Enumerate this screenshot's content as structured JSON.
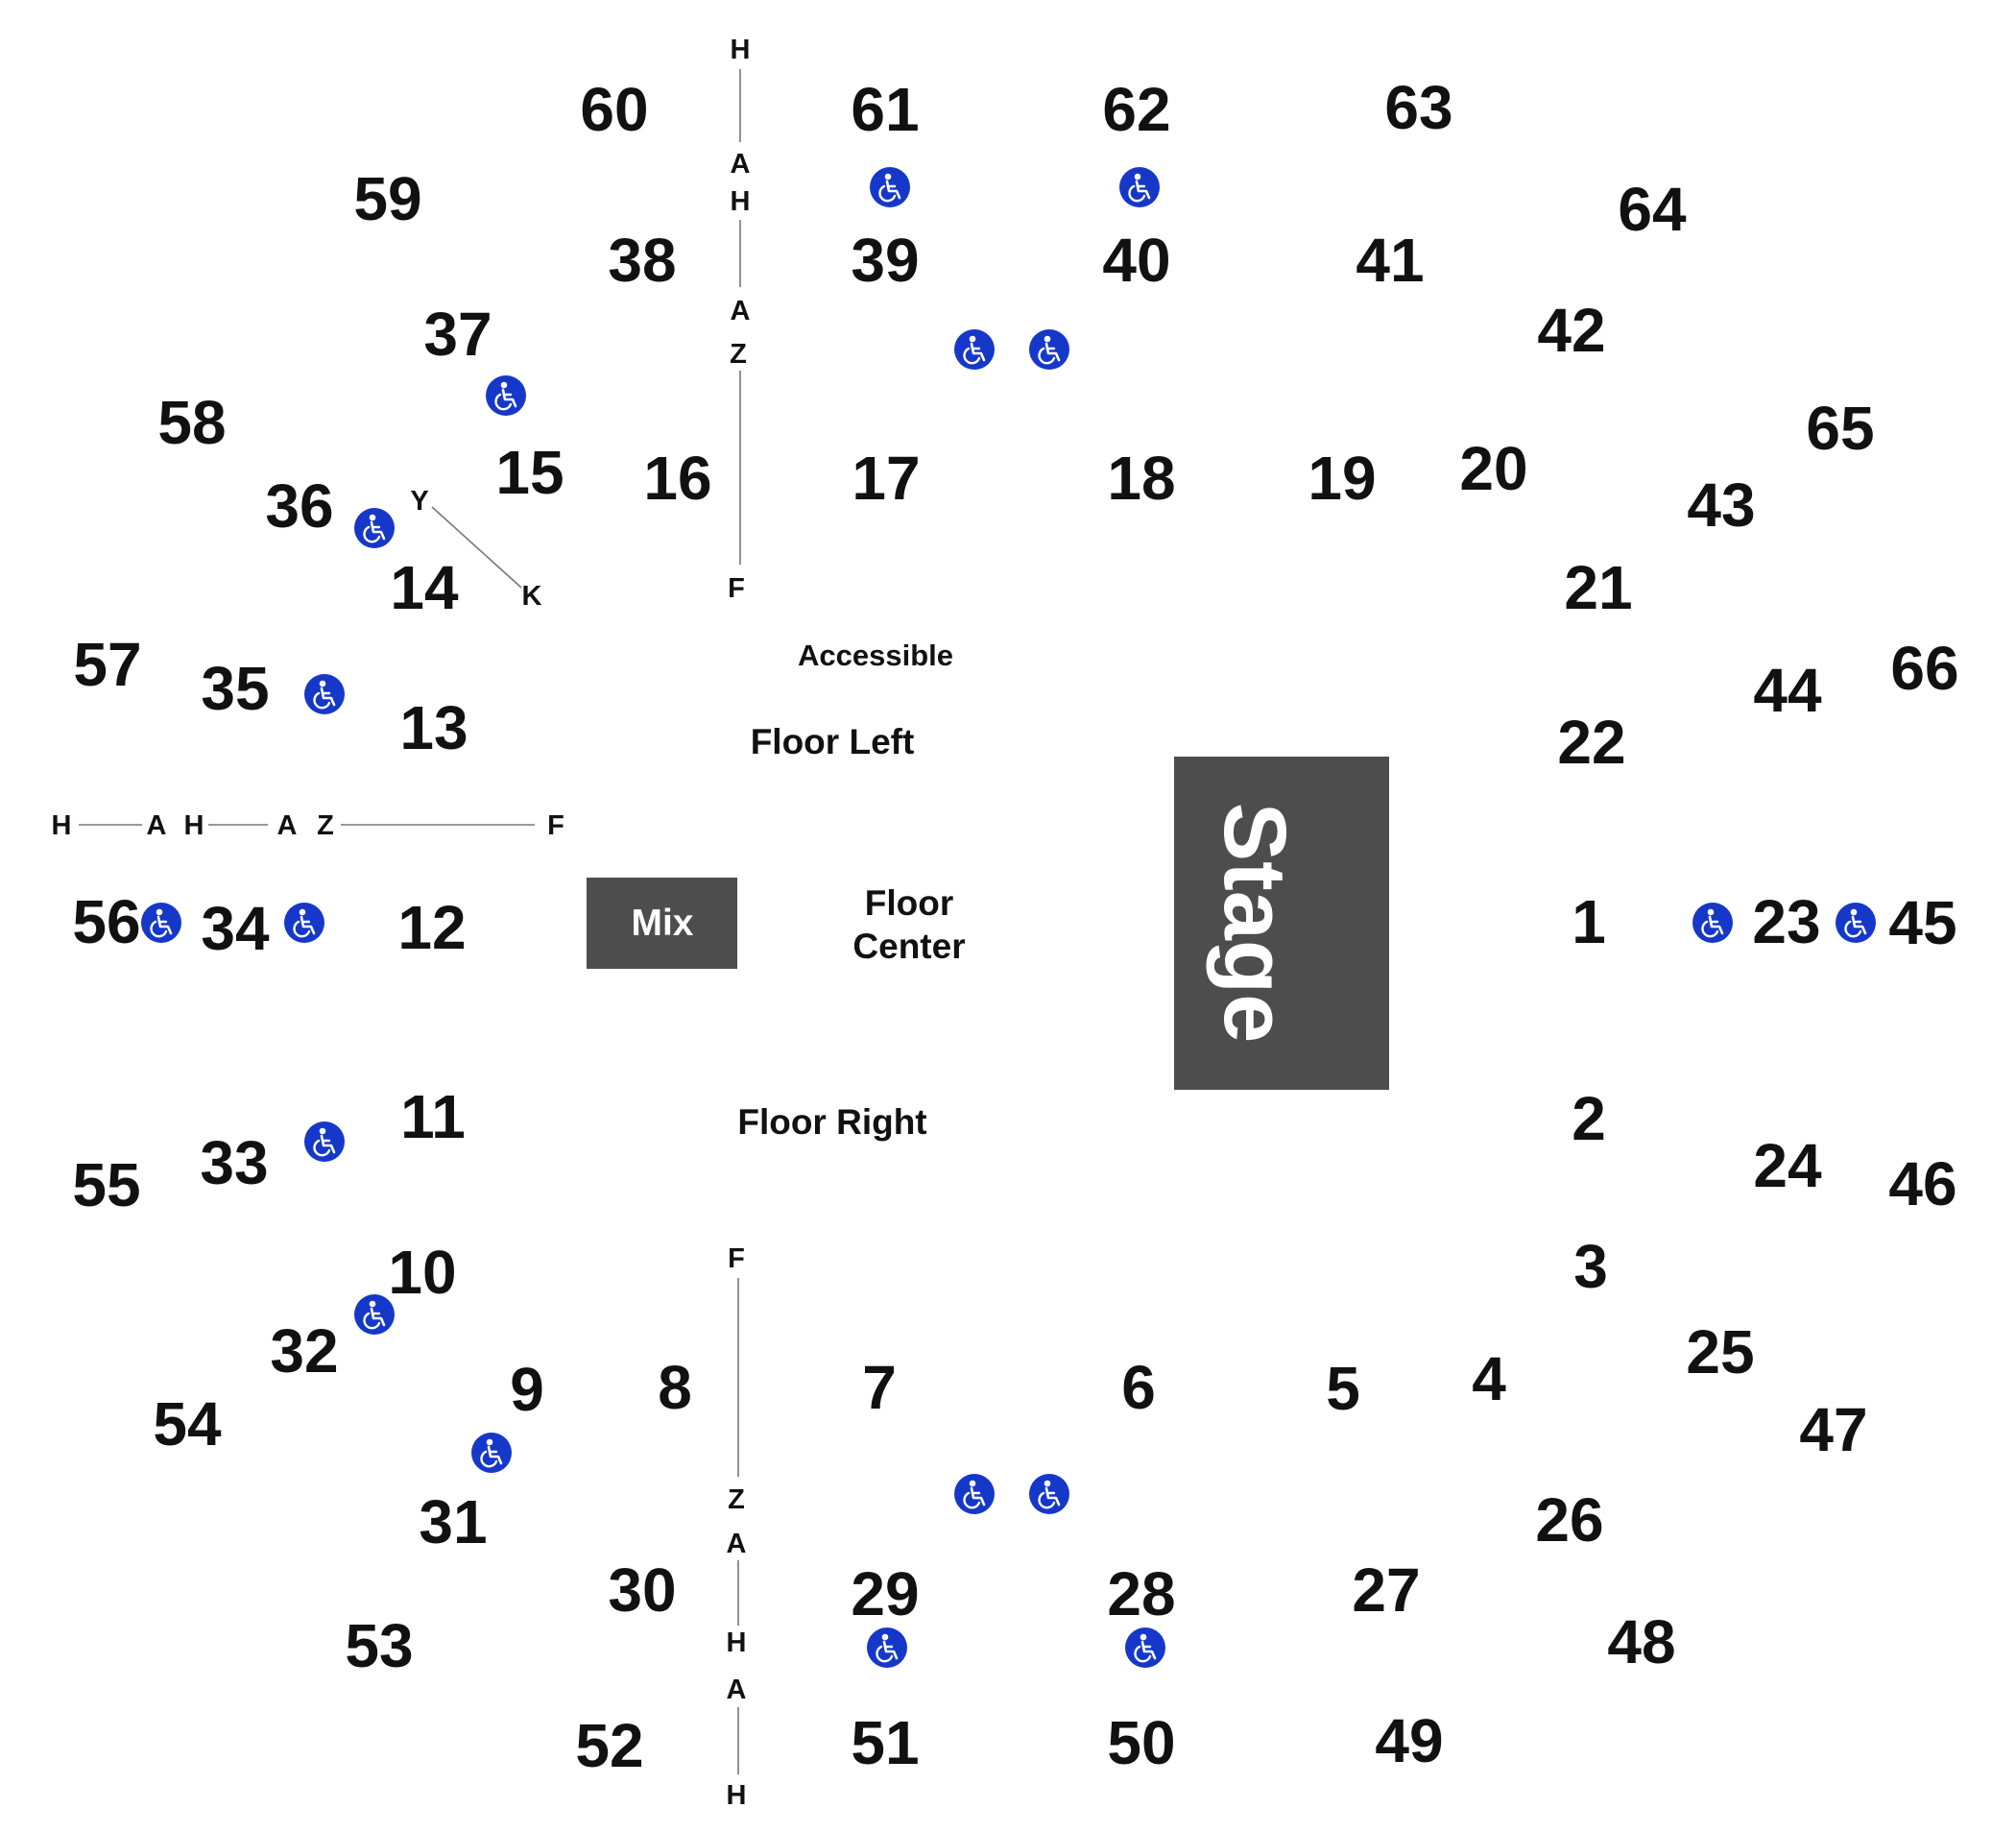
{
  "areas": {
    "accessible": "Accessible",
    "floor_left": "Floor Left",
    "floor_center": [
      "Floor",
      "Center"
    ],
    "floor_right": "Floor Right",
    "mix": "Mix",
    "stage": "Stage"
  },
  "sections": [
    "1",
    "2",
    "3",
    "4",
    "5",
    "6",
    "7",
    "8",
    "9",
    "10",
    "11",
    "12",
    "13",
    "14",
    "15",
    "16",
    "17",
    "18",
    "19",
    "20",
    "21",
    "22",
    "23",
    "24",
    "25",
    "26",
    "27",
    "28",
    "29",
    "30",
    "31",
    "32",
    "33",
    "34",
    "35",
    "36",
    "37",
    "38",
    "39",
    "40",
    "41",
    "42",
    "43",
    "44",
    "45",
    "46",
    "47",
    "48",
    "49",
    "50",
    "51",
    "52",
    "53",
    "54",
    "55",
    "56",
    "57",
    "58",
    "59",
    "60",
    "61",
    "62",
    "63",
    "64",
    "65",
    "66"
  ],
  "row_markers": {
    "top_upper": [
      "H",
      "A"
    ],
    "top_middle": [
      "H",
      "A"
    ],
    "top_lower": [
      "Z",
      "F"
    ],
    "diagonal": [
      "Y",
      "K"
    ],
    "left": [
      "H",
      "A",
      "H",
      "A",
      "Z",
      "F"
    ],
    "bottom_lower": [
      "F",
      "Z"
    ],
    "bottom_middle": [
      "A",
      "H"
    ],
    "bottom_upper": [
      "A",
      "H"
    ]
  },
  "icons": {
    "accessible_seat": "wheelchair-icon",
    "accessible_color": "#1638c9"
  },
  "colors": {
    "stage_fill": "#4d4d4d",
    "mix_fill": "#4d4d4d",
    "text": "#111111"
  }
}
